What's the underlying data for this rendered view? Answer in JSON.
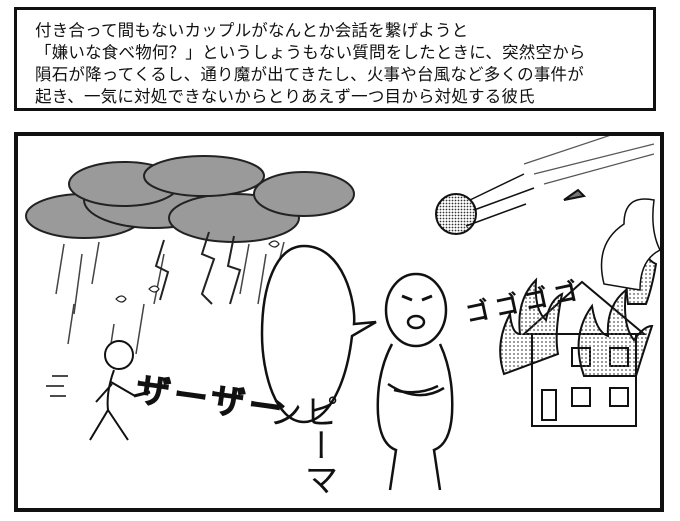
{
  "caption": {
    "text": "付き合って間もないカップルがなんとか会話を繋げようと\n「嫌いな食べ物何？」というしょうもない質問をしたときに、突然空から\n隕石が降ってくるし、通り魔が出てきたし、火事や台風など多くの事件が\n起き、一気に対処できないからとりあえず一つ目から対処する彼氏"
  },
  "panel": {
    "speech_bubble_text": "ピーマン",
    "sfx_rain": "ザーザー",
    "sfx_meteor": "ゴゴゴゴ"
  }
}
